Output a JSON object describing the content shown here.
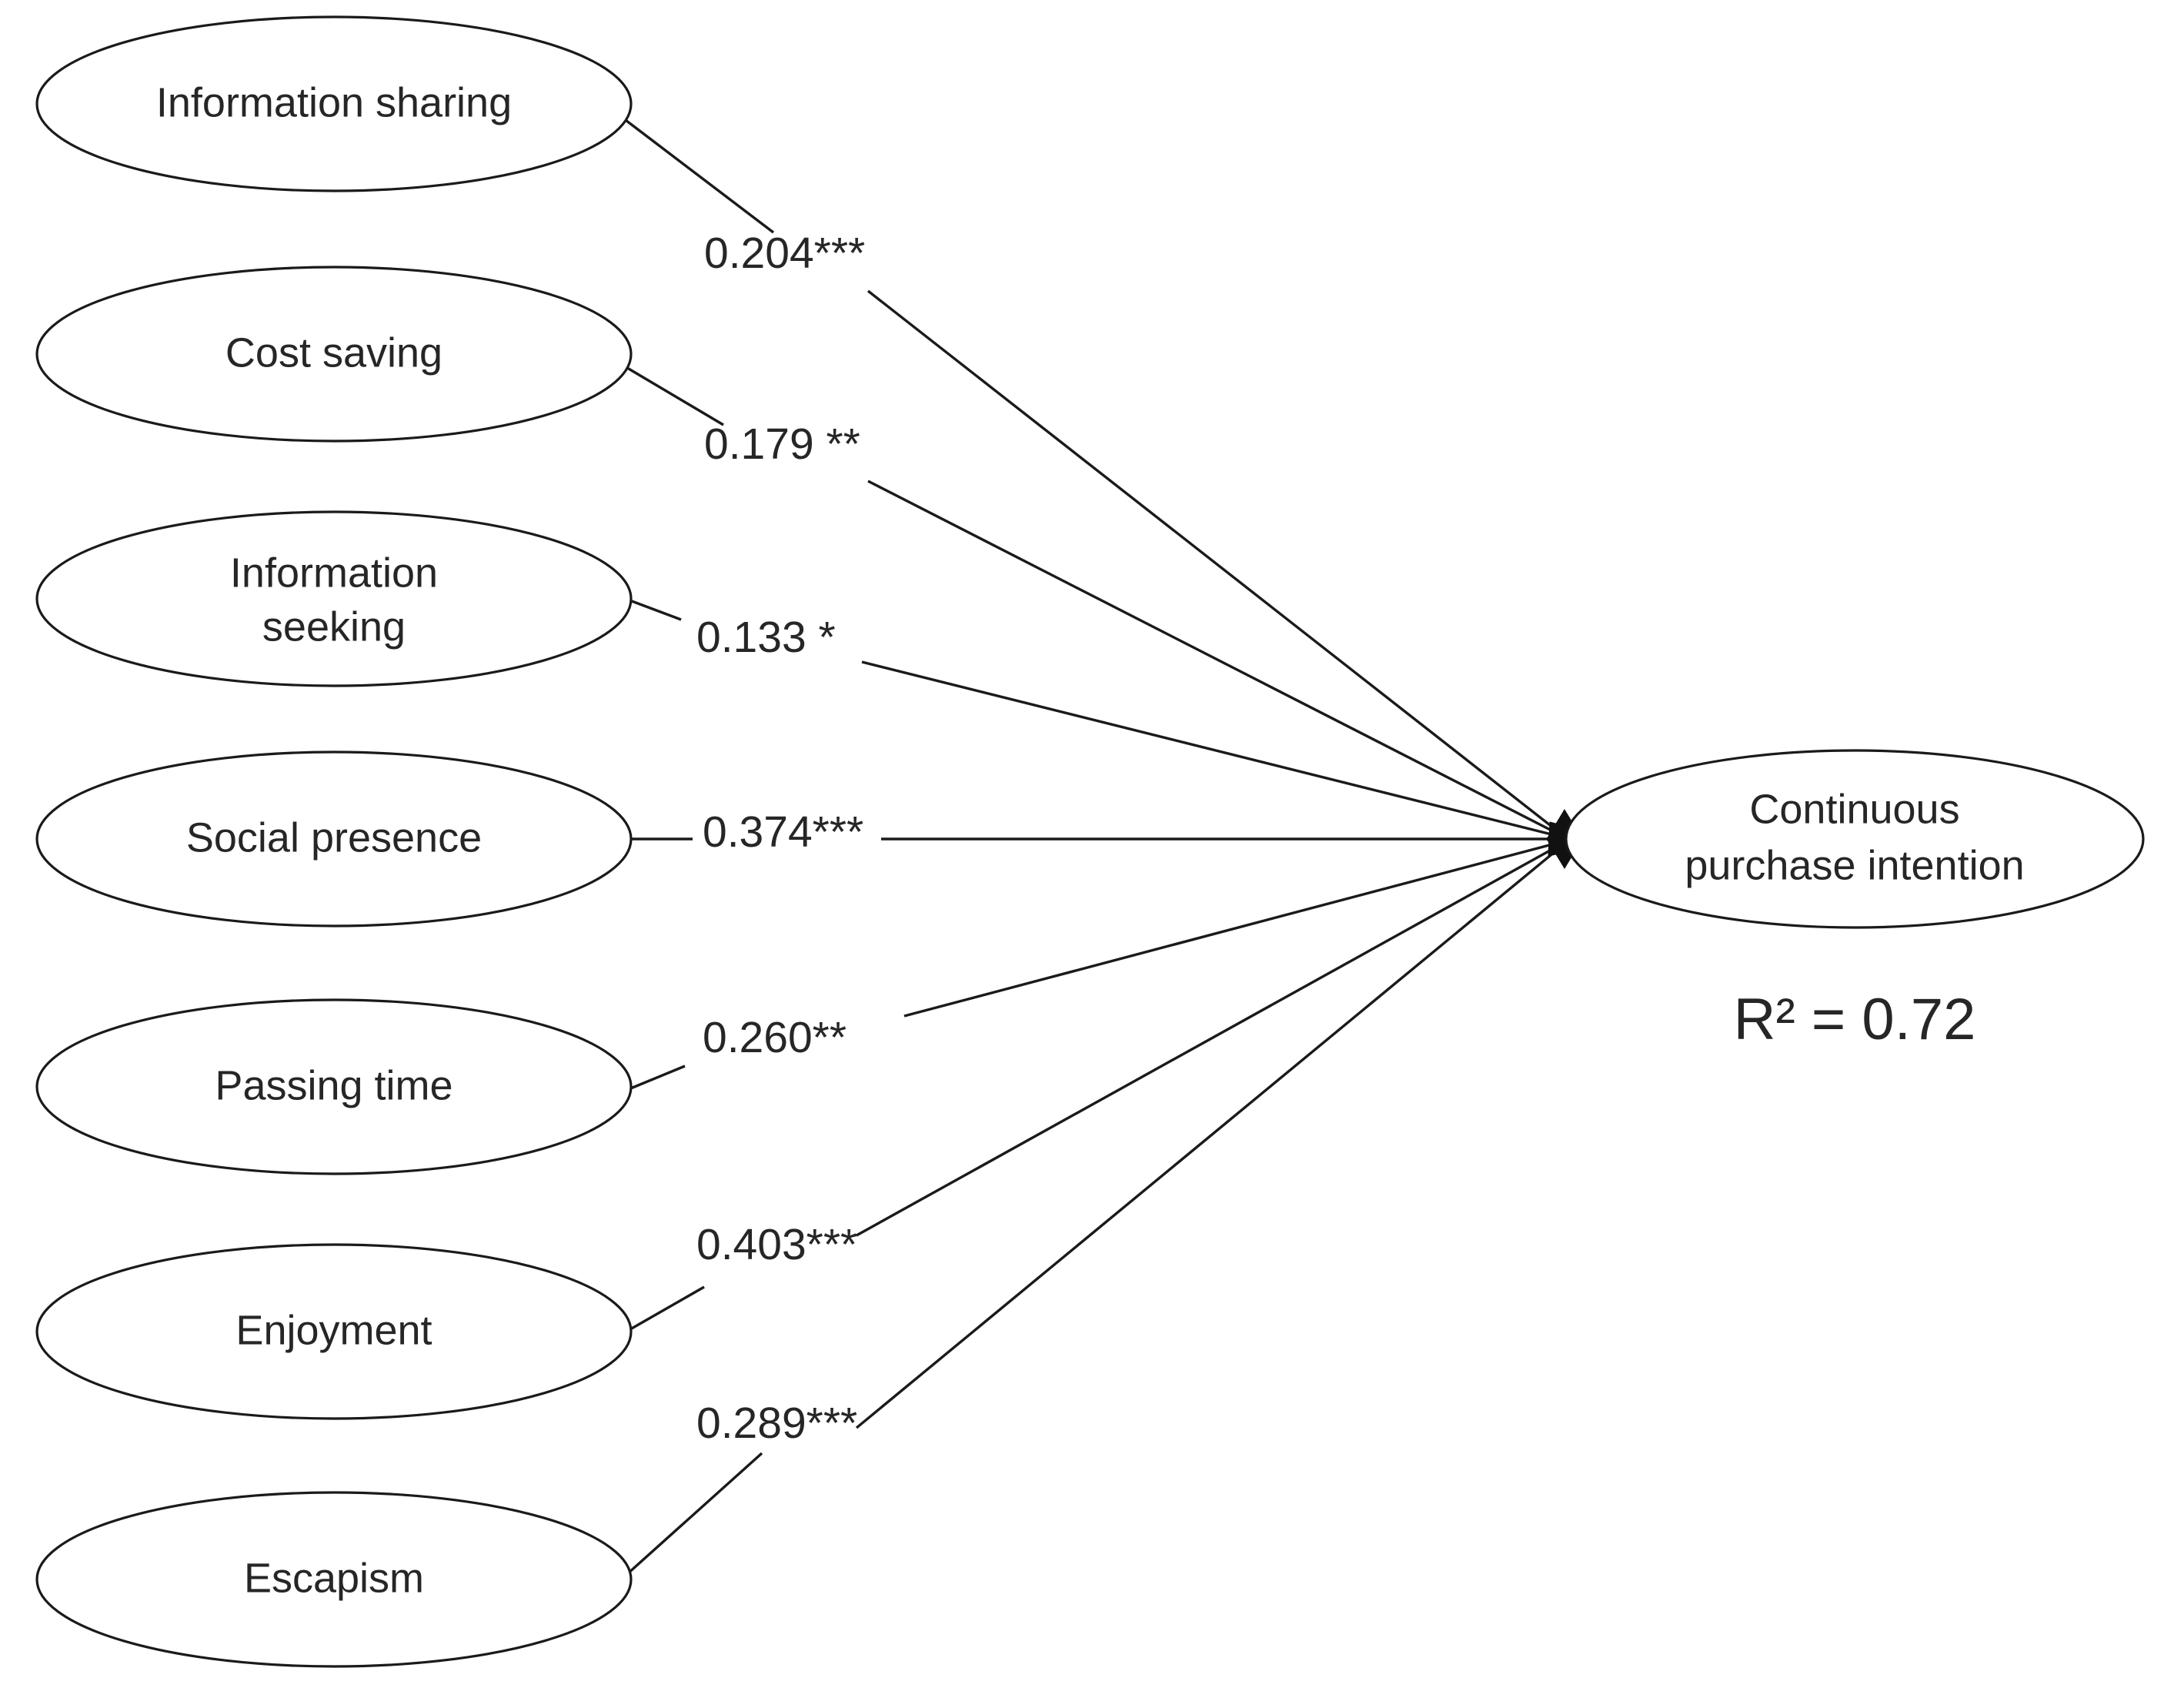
{
  "diagram": {
    "type": "structural-equation-path-model",
    "outcome": {
      "label_line1": "Continuous",
      "label_line2": "purchase intention",
      "r_square_label": "R² = 0.72",
      "r_square_value": 0.72
    },
    "predictors": [
      {
        "id": "information-sharing",
        "label": "Information sharing",
        "label_line1": "Information sharing",
        "label_line2": ""
      },
      {
        "id": "cost-saving",
        "label": "Cost saving",
        "label_line1": "Cost saving",
        "label_line2": ""
      },
      {
        "id": "information-seeking",
        "label": "Information seeking",
        "label_line1": "Information",
        "label_line2": "seeking"
      },
      {
        "id": "social-presence",
        "label": "Social presence",
        "label_line1": "Social presence",
        "label_line2": ""
      },
      {
        "id": "passing-time",
        "label": "Passing time",
        "label_line1": "Passing time",
        "label_line2": ""
      },
      {
        "id": "enjoyment",
        "label": "Enjoyment",
        "label_line1": "Enjoyment",
        "label_line2": ""
      },
      {
        "id": "escapism",
        "label": "Escapism",
        "label_line1": "Escapism",
        "label_line2": ""
      }
    ],
    "paths": [
      {
        "from": "information-sharing",
        "to": "continuous-purchase-intention",
        "coefficient": 0.204,
        "significance": "***",
        "label": "0.204***"
      },
      {
        "from": "cost-saving",
        "to": "continuous-purchase-intention",
        "coefficient": 0.179,
        "significance": "**",
        "label": "0.179 **"
      },
      {
        "from": "information-seeking",
        "to": "continuous-purchase-intention",
        "coefficient": 0.133,
        "significance": "*",
        "label": "0.133 *"
      },
      {
        "from": "social-presence",
        "to": "continuous-purchase-intention",
        "coefficient": 0.374,
        "significance": "***",
        "label": "0.374***"
      },
      {
        "from": "passing-time",
        "to": "continuous-purchase-intention",
        "coefficient": 0.26,
        "significance": "**",
        "label": "0.260**"
      },
      {
        "from": "enjoyment",
        "to": "continuous-purchase-intention",
        "coefficient": 0.403,
        "significance": "***",
        "label": "0.403***"
      },
      {
        "from": "escapism",
        "to": "continuous-purchase-intention",
        "coefficient": 0.289,
        "significance": "***",
        "label": "0.289***"
      }
    ],
    "colors": {
      "stroke": "#1a1a1a",
      "text": "#262626",
      "background": "#ffffff"
    }
  },
  "chart_data": {
    "type": "diagram",
    "title": "",
    "categories": [
      "Information sharing",
      "Cost saving",
      "Information seeking",
      "Social presence",
      "Passing time",
      "Enjoyment",
      "Escapism"
    ],
    "values": [
      0.204,
      0.179,
      0.133,
      0.374,
      0.26,
      0.403,
      0.289
    ],
    "significance": [
      "***",
      "**",
      "*",
      "***",
      "**",
      "***",
      "***"
    ],
    "target": "Continuous purchase intention",
    "r_squared": 0.72
  }
}
